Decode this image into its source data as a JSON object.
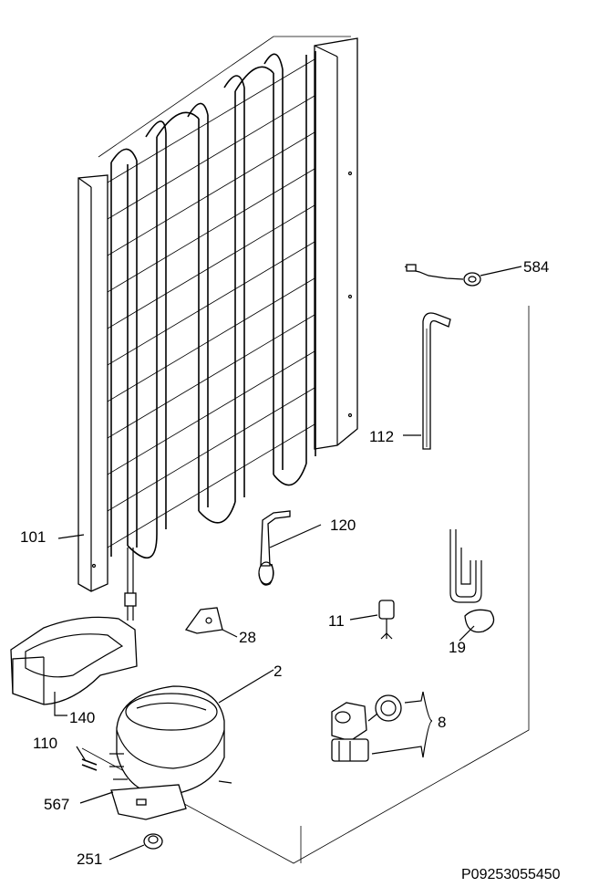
{
  "diagram": {
    "part_numbers": {
      "p584": "584",
      "p112": "112",
      "p120": "120",
      "p101": "101",
      "p11": "11",
      "p19": "19",
      "p28": "28",
      "p2": "2",
      "p8": "8",
      "p140": "140",
      "p110": "110",
      "p567": "567",
      "p251": "251"
    },
    "drawing_code": "P09253055450"
  }
}
